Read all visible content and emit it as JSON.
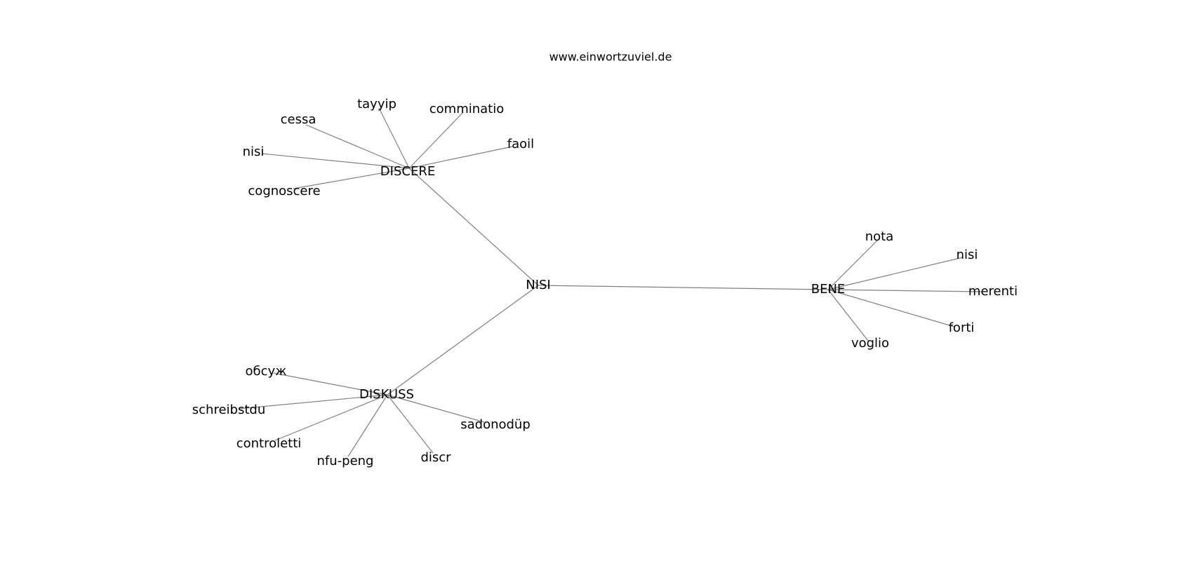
{
  "source": "www.einwortzuviel.de",
  "graph": {
    "nodes": [
      {
        "id": "nisi_center",
        "label": "NISI"
      },
      {
        "id": "discere",
        "label": "DISCERE"
      },
      {
        "id": "diskuss",
        "label": "DISKUSS"
      },
      {
        "id": "bene",
        "label": "BENE"
      },
      {
        "id": "cessa",
        "label": "cessa"
      },
      {
        "id": "tayyip",
        "label": "tayyip"
      },
      {
        "id": "comminatio",
        "label": "comminatio"
      },
      {
        "id": "faoil",
        "label": "faoil"
      },
      {
        "id": "nisi_d",
        "label": "nisi"
      },
      {
        "id": "cognoscere",
        "label": "cognoscere"
      },
      {
        "id": "nota",
        "label": "nota"
      },
      {
        "id": "nisi_b",
        "label": "nisi"
      },
      {
        "id": "merenti",
        "label": "merenti"
      },
      {
        "id": "forti",
        "label": "forti"
      },
      {
        "id": "voglio",
        "label": "voglio"
      },
      {
        "id": "obsuzh",
        "label": "обсуж"
      },
      {
        "id": "schreibstdu",
        "label": "schreibstdu"
      },
      {
        "id": "controletti",
        "label": "controletti"
      },
      {
        "id": "nfu_peng",
        "label": "nfu-peng"
      },
      {
        "id": "discr",
        "label": "discr"
      },
      {
        "id": "sadonodup",
        "label": "sadonodüp"
      }
    ],
    "edges": [
      [
        "nisi_center",
        "discere"
      ],
      [
        "nisi_center",
        "diskuss"
      ],
      [
        "nisi_center",
        "bene"
      ],
      [
        "discere",
        "cessa"
      ],
      [
        "discere",
        "tayyip"
      ],
      [
        "discere",
        "comminatio"
      ],
      [
        "discere",
        "faoil"
      ],
      [
        "discere",
        "nisi_d"
      ],
      [
        "discere",
        "cognoscere"
      ],
      [
        "bene",
        "nota"
      ],
      [
        "bene",
        "nisi_b"
      ],
      [
        "bene",
        "merenti"
      ],
      [
        "bene",
        "forti"
      ],
      [
        "bene",
        "voglio"
      ],
      [
        "diskuss",
        "obsuzh"
      ],
      [
        "diskuss",
        "schreibstdu"
      ],
      [
        "diskuss",
        "controletti"
      ],
      [
        "diskuss",
        "nfu_peng"
      ],
      [
        "diskuss",
        "discr"
      ],
      [
        "diskuss",
        "sadonodup"
      ]
    ]
  }
}
